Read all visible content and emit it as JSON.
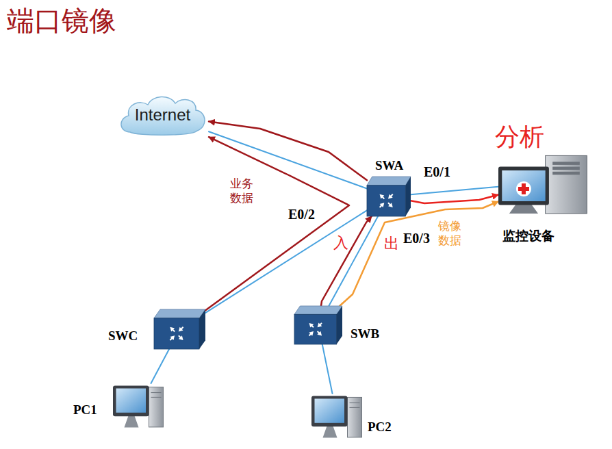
{
  "diagram": {
    "title": "端口镜像",
    "nodes": [
      {
        "text": [
          "Internet"
        ]
      },
      {
        "text": [
          "SWA"
        ]
      },
      {
        "text": [
          "监控设备"
        ]
      },
      {
        "text": [
          "SWC"
        ]
      },
      {
        "text": [
          "SWB"
        ]
      },
      {
        "text": [
          "PC1"
        ]
      },
      {
        "text": [
          "PC2"
        ]
      }
    ],
    "edges": [
      {
        "from": 0,
        "to": 1,
        "arrow": "none"
      },
      {
        "from": 1,
        "to": 2,
        "arrow": "none"
      },
      {
        "from": 1,
        "to": 3,
        "arrow": "none"
      },
      {
        "from": 1,
        "to": 4,
        "arrow": "none"
      },
      {
        "from": 3,
        "to": 5,
        "arrow": "none"
      },
      {
        "from": 4,
        "to": 6,
        "arrow": "none"
      },
      {
        "from": 1,
        "to": 0,
        "arrow": "to"
      },
      {
        "from": 3,
        "to": 0,
        "arrow": "to",
        "label": "业务 数据"
      },
      {
        "from": 4,
        "to": 1,
        "arrow": "to"
      },
      {
        "from": 1,
        "to": 2,
        "arrow": "to"
      },
      {
        "from": 4,
        "to": 2,
        "arrow": "to",
        "label": "镜像 数据"
      }
    ],
    "labels": [
      "E0/1",
      "E0/2",
      "E0/3",
      "分析",
      "入",
      "出"
    ]
  }
}
